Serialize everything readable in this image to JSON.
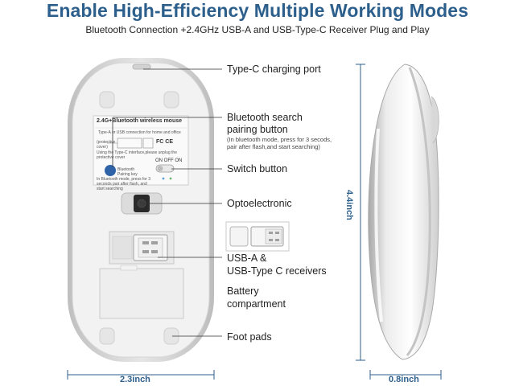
{
  "title": "Enable High-Efficiency Multiple Working Modes",
  "subtitle": "Bluetooth Connection +2.4GHz USB-A and USB-Type-C Receiver Plug and Play",
  "callouts": {
    "typec_port": "Type-C charging port",
    "bt_search_line1": "Bluetooth search",
    "bt_search_line2": "pairing button",
    "bt_search_note": "(In bluetooth mode, press for 3 secods, pair after flash,and start searching)",
    "switch": "Switch button",
    "optoelectronic": "Optoelectronic",
    "receivers_line1": "USB-A &",
    "receivers_line2": "USB-Type C receivers",
    "battery_line1": "Battery",
    "battery_line2": "compartment",
    "foot_pads": "Foot pads"
  },
  "sticker": {
    "heading": "2.4G+Bluetooth wireless mouse",
    "line1": "Type-A or USB connection for home and office",
    "protective": "(protective cover)",
    "line2": "Using the Type-C interface,please unplug the protective cover",
    "pairing_key": "Bluetooth Pairing key",
    "on_off": "ON OFF ON",
    "bt_note": "In Bluetooth mode, press for 3 seconds pair after flash, and start searching",
    "marks": "FC CE"
  },
  "dimensions": {
    "width": "2.3inch",
    "length": "4.4inch",
    "height": "0.8inch"
  },
  "colors": {
    "title": "#2d5f8c",
    "dimension": "#2d5f8c",
    "mouse_body": "#f0f0f0",
    "mouse_rim": "#c9c9c9",
    "pairing_button": "#2f63a8"
  }
}
